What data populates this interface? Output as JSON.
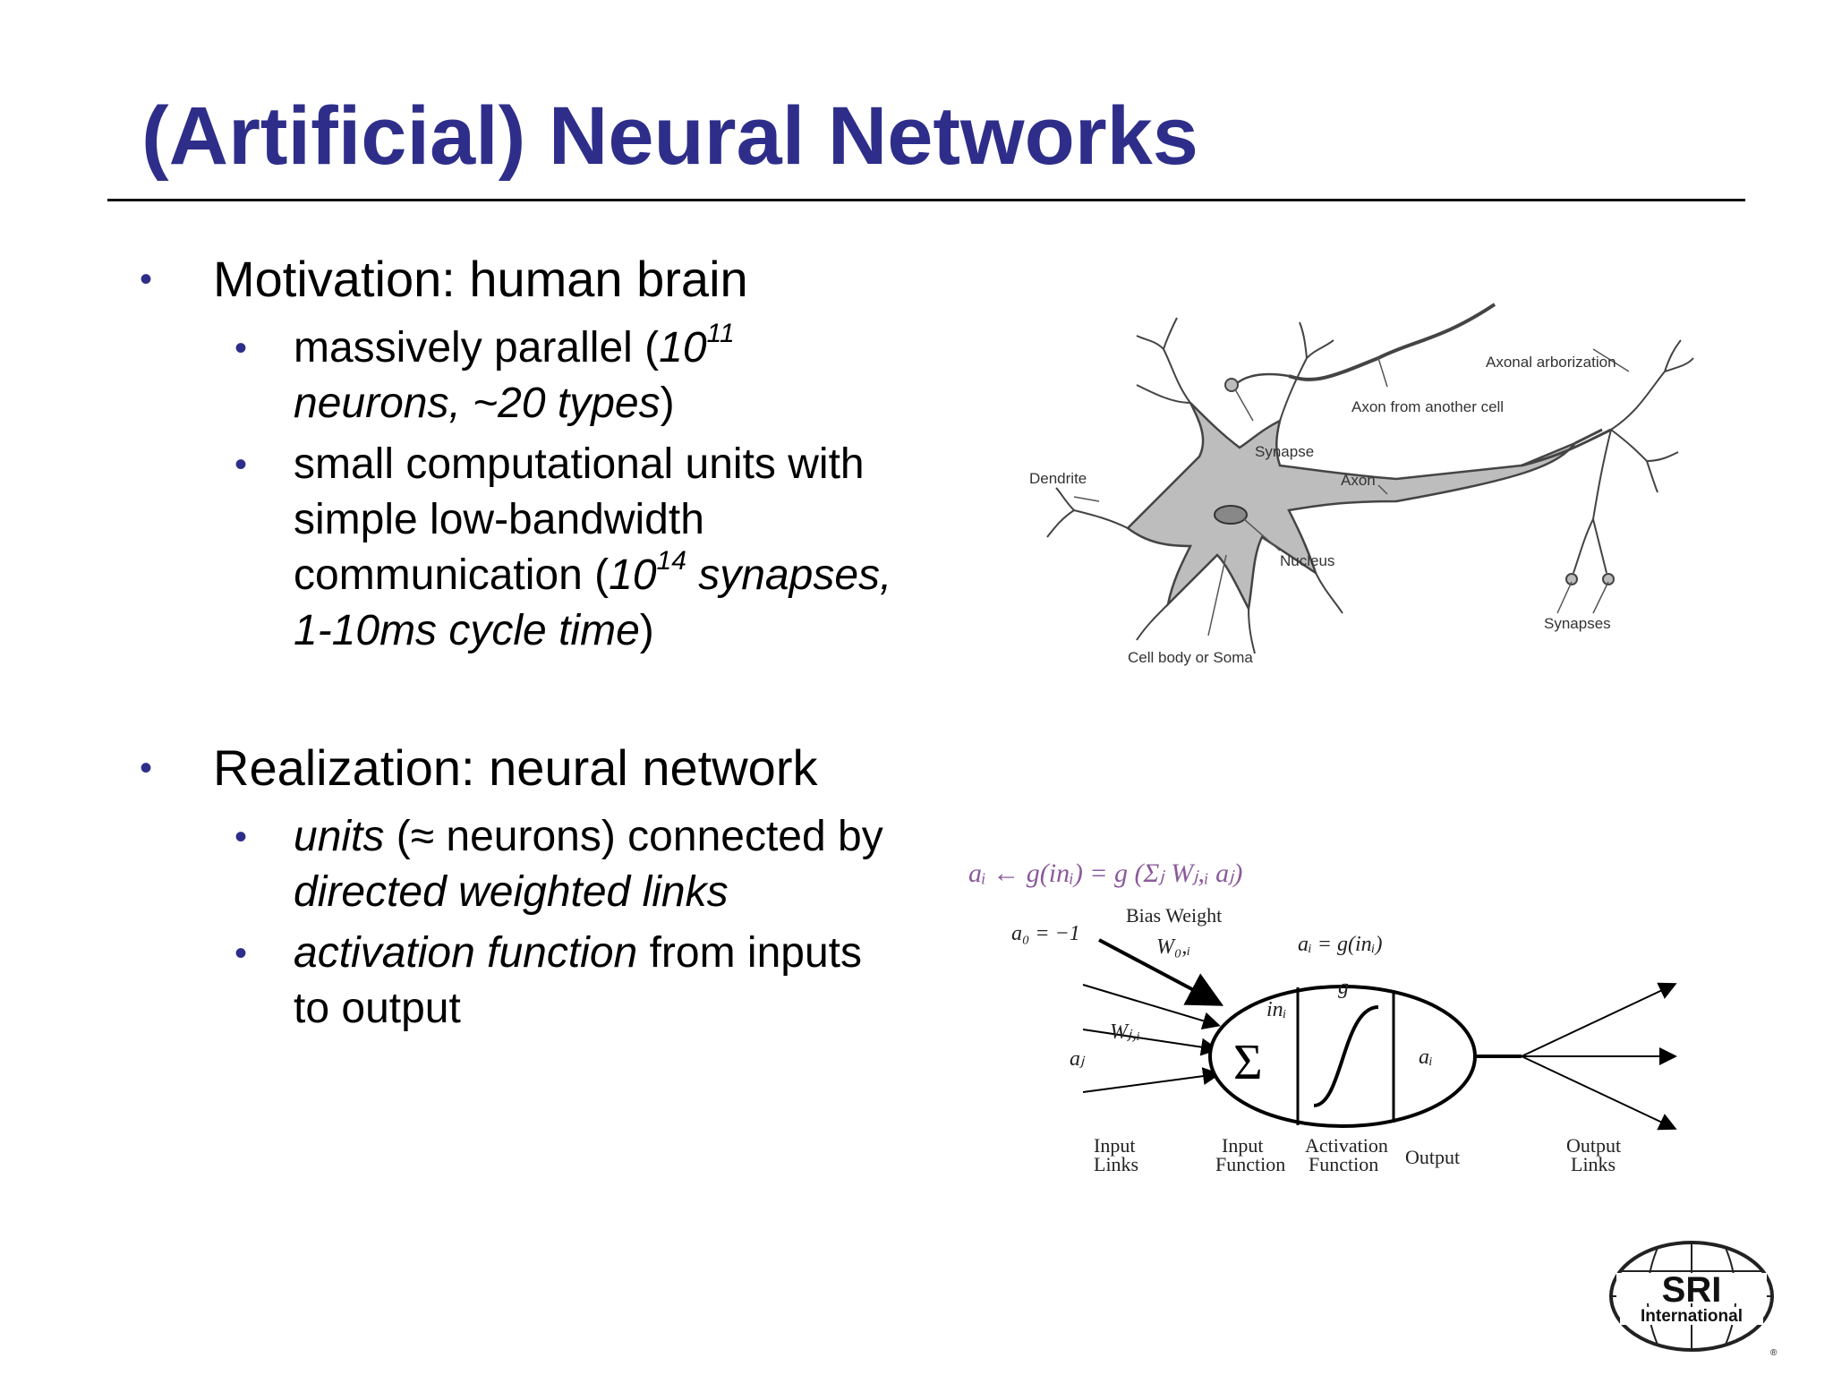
{
  "title": "(Artificial) Neural Networks",
  "bullets": {
    "motivation": "Motivation: human brain",
    "m1": {
      "pre": "massively parallel (",
      "it1": "10",
      "sup": "11",
      "it2": " neurons, ~20 types",
      "post": ")"
    },
    "m2": {
      "pre": "small computational units with simple low-bandwidth communication (",
      "it1": "10",
      "sup": "14",
      "it2": " synapses, 1-10ms cycle time",
      "post": ")"
    },
    "realization": "Realization: neural network",
    "r1": {
      "it1": "units",
      "mid": " (≈ neurons) connected by ",
      "it2": "directed weighted links"
    },
    "r2": {
      "it1": "activation function",
      "post": " from inputs to output"
    }
  },
  "neuron_diagram": {
    "axonal_arborization": "Axonal arborization",
    "axon_from_another": "Axon from another cell",
    "synapse": "Synapse",
    "dendrite": "Dendrite",
    "axon": "Axon",
    "nucleus": "Nucleus",
    "synapses": "Synapses",
    "cell_body": "Cell body or Soma"
  },
  "unit_diagram": {
    "formula": "aᵢ ← g(inᵢ) = g (Σⱼ Wⱼ,ᵢ aⱼ)",
    "bias_weight": "Bias Weight",
    "w0i": "W₀,ᵢ",
    "a0": "a₀ = −1",
    "ai_eq": "aᵢ = g(inᵢ)",
    "wji": "Wⱼ,ᵢ",
    "aj": "aⱼ",
    "ini": "inᵢ",
    "g": "g",
    "ai": "aᵢ",
    "sigma": "Σ",
    "input_links_1": "Input",
    "input_links_2": "Links",
    "input_function_1": "Input",
    "input_function_2": "Function",
    "activation_function_1": "Activation",
    "activation_function_2": "Function",
    "output": "Output",
    "output_links_1": "Output",
    "output_links_2": "Links"
  },
  "logo": {
    "main": "SRI",
    "sub": "International",
    "reg": "®"
  },
  "colors": {
    "title": "#2e2e8a",
    "bullet": "#2e2e8a",
    "formula": "#8b5a9b",
    "neuron_fill": "#bdbdbd"
  }
}
